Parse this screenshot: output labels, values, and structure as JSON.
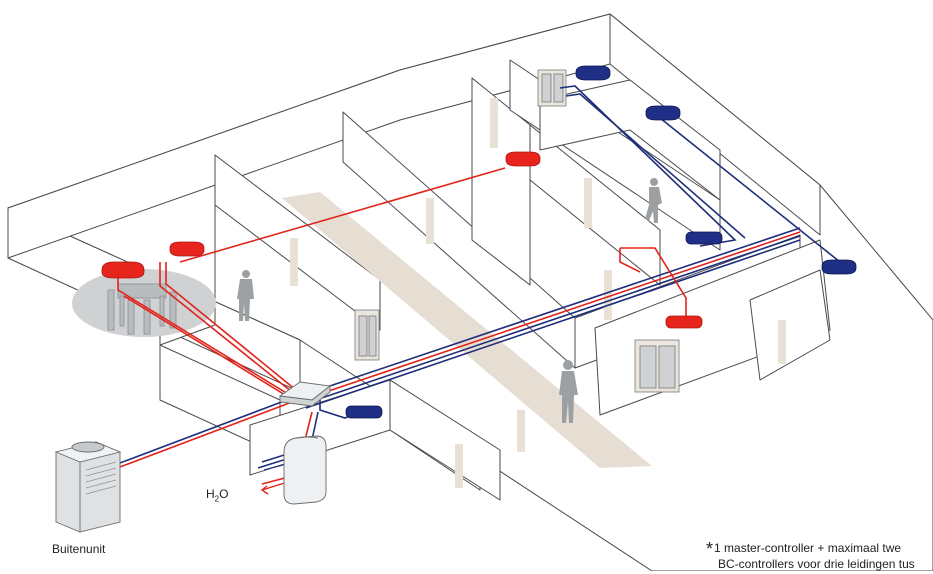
{
  "labels": {
    "outdoor_unit": "Buitenunit",
    "water_h": "H",
    "water_sub": "2",
    "water_o": "O",
    "footnote_star": "*",
    "footnote_line1": "1 master-controller + maximaal twe",
    "footnote_line2": "BC-controllers voor drie leidingen tus"
  },
  "colors": {
    "outline": "#4a4a4a",
    "wall_fill": "#ffffff",
    "corridor": "#e6ded3",
    "door": "#e9e1d6",
    "heating_pipe": "#e2231a",
    "cooling_pipe": "#1f2e7a",
    "heating_unit": "#e8251d",
    "cooling_unit": "#1f2f86",
    "furniture": "#b9bcbf",
    "person": "#9da0a3"
  },
  "icons": [
    "outdoor-unit-icon",
    "branch-controller-icon",
    "hot-water-tank-icon",
    "indoor-unit-icon",
    "person-icon",
    "cabinet-icon",
    "dining-table-icon"
  ]
}
